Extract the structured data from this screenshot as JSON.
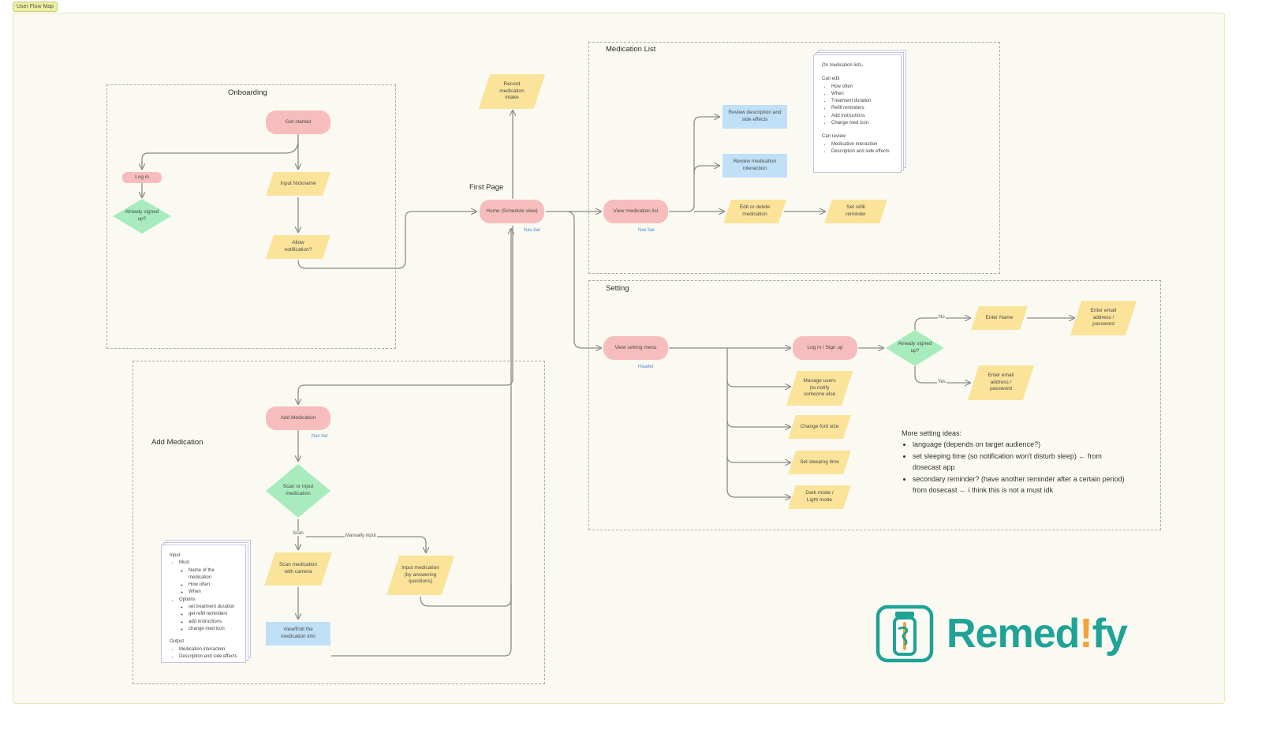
{
  "frame_label": "User Flow Map",
  "sections": {
    "onboarding": "Onboarding",
    "add_medication": "Add Medication",
    "medication_list": "Medication List",
    "setting": "Setting"
  },
  "first_page_label": "First Page",
  "nodes": {
    "get_started": "Get started",
    "log_in": "Log in",
    "already_signed_up_1": "Already signed up?",
    "input_nickname": "Input Nickname",
    "allow_notification": "Allow notification?",
    "record_intake": "Record medication intake",
    "home": "Home (Schedule view)",
    "view_med_list": "View medication list",
    "review_desc": "Review description and side effects",
    "review_interaction": "Review medication interaction",
    "edit_delete": "Edit or delete medication",
    "set_refill": "Set refill reminder",
    "view_setting": "View setting menu",
    "login_signup": "Log in / Sign up",
    "already_signed_up_2": "Already signed up?",
    "enter_name": "Enter Name",
    "enter_email_no": "Enter email address / password",
    "enter_email_yes": "Enter email address / password",
    "manage_users": "Manage users (to notify someone else",
    "change_font": "Change font size",
    "set_sleeping": "Set sleeping time",
    "dark_mode": "Dark mode / Light mode",
    "add_medication": "Add Medication",
    "scan_or_input": "Scan or Input medication",
    "scan_camera": "Scan medication with camera",
    "input_questions": "Input medication (by answering questions)",
    "view_edit_info": "View/Edit the medication info"
  },
  "mini_labels": {
    "home_nav": "Nav bar",
    "list_nav": "Nav bar",
    "setting_header": "Header",
    "add_nav": "Nav bar"
  },
  "edge_labels": {
    "no": "No",
    "yes": "Yes",
    "scan": "Scan",
    "manually_input": "Manually input"
  },
  "med_list_note": {
    "intro": "On medication lists,",
    "edit_title": "Can edit",
    "edit_items": [
      "How often",
      "When",
      "Treatment duration",
      "Refill reminders",
      "Add instructions",
      "Change med icon"
    ],
    "review_title": "Can review",
    "review_items": [
      "Medication interaction",
      "Description and side effects"
    ]
  },
  "add_med_note": {
    "input_title": "Input",
    "must_title": "Must",
    "must_items": [
      "Name of the medication",
      "How often",
      "When"
    ],
    "options_title": "Options",
    "options_items": [
      "set treatment duration",
      "get refill reminders",
      "add instructions",
      "change med icon"
    ],
    "output_title": "Output",
    "output_items": [
      "Medication interaction",
      "Description and side effects"
    ]
  },
  "setting_ideas": {
    "title": "More setting ideas:",
    "items": [
      "language (depends on target audience?)",
      "set sleeping time (so notification won't disturb sleep) ← from dosecast app",
      "secondary reminder? (have another reminder after a certain period) from dosecast ← i think this is not a must idk"
    ]
  },
  "logo": {
    "text_before": "Remed",
    "text_bang": "!",
    "text_after": "fy",
    "brand_color": "#1fa397",
    "accent_color": "#f3a33a",
    "icon": "medicine-bottle-icon"
  },
  "colors": {
    "terminal": "#f7bdbd",
    "process": "#fbe39a",
    "decision": "#a8ecbe",
    "info": "#bfe0f6",
    "connector": "#8a8a8a"
  }
}
